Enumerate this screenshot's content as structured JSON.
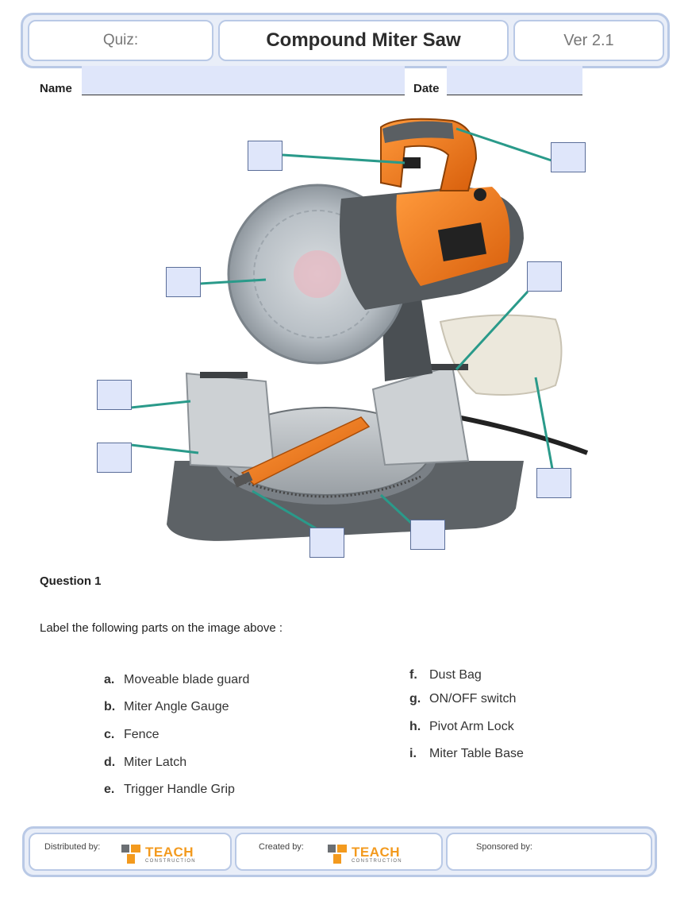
{
  "header": {
    "quiz_label": "Quiz:",
    "title": "Compound Miter Saw",
    "version": "Ver 2.1"
  },
  "fields": {
    "name_label": "Name",
    "date_label": "Date"
  },
  "question": {
    "title": "Question 1",
    "instruction": "Label the following parts on the image above :",
    "items_left": [
      {
        "letter": "a.",
        "text": "Moveable blade guard"
      },
      {
        "letter": "b.",
        "text": "Miter Angle Gauge"
      },
      {
        "letter": "c.",
        "text": "Fence"
      },
      {
        "letter": "d.",
        "text": "Miter Latch"
      },
      {
        "letter": "e.",
        "text": "Trigger Handle Grip"
      }
    ],
    "items_right": [
      {
        "letter": "f.",
        "text": "Dust Bag"
      },
      {
        "letter": "g.",
        "text": "ON/OFF switch"
      },
      {
        "letter": "h.",
        "text": "Pivot Arm Lock"
      },
      {
        "letter": "i.",
        "text": "Miter Table Base"
      }
    ]
  },
  "footer": {
    "distributed_label": "Distributed by:",
    "created_label": "Created by:",
    "sponsored_label": "Sponsored by:",
    "logo_word": "TEACH",
    "logo_sub": "CONSTRUCTION"
  },
  "colors": {
    "frame": "#b9c9e6",
    "answer_box": "#dfe6fa",
    "leader_line": "#2a9a8a",
    "saw_orange": "#f07a1a",
    "logo_orange": "#f39a1e"
  }
}
